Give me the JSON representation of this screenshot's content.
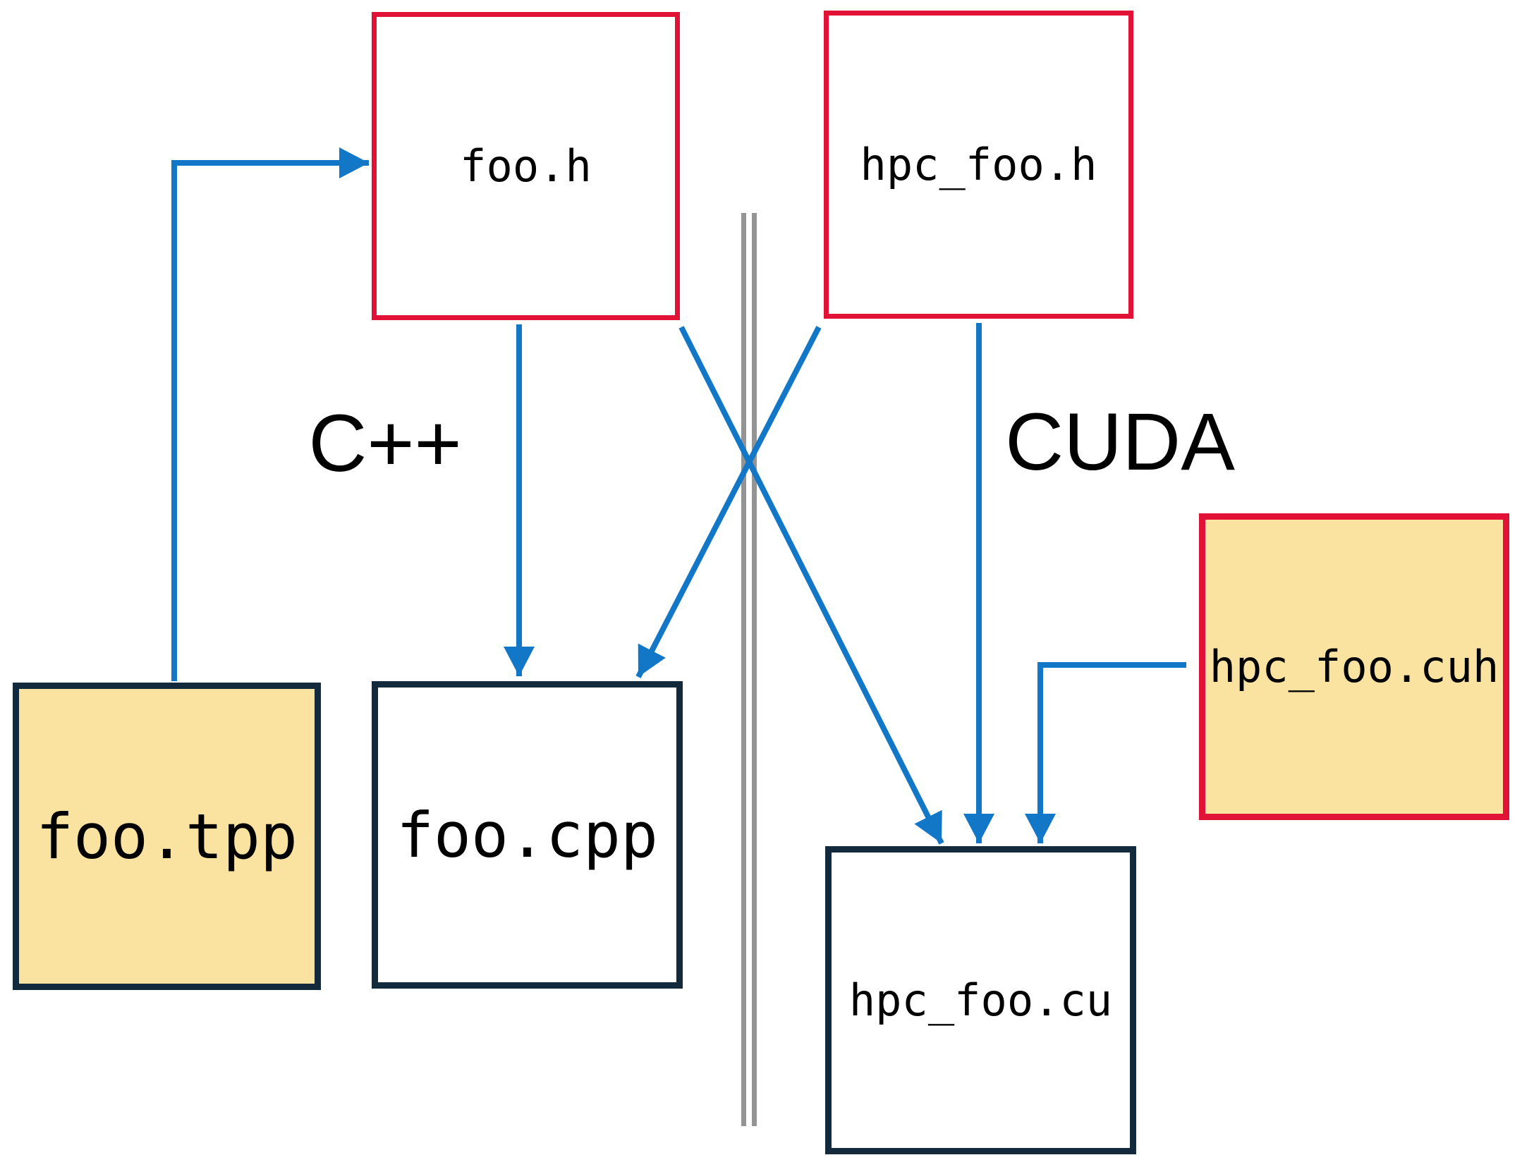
{
  "colors": {
    "background": "#FFFFFF",
    "arrow-blue": "#1177C6",
    "header-red": "#E11235",
    "impl-navy": "#122A3B",
    "template-yellow": "#FAE3A0",
    "divider-gray": "#949494",
    "text-black": "#000000"
  },
  "sections": [
    {
      "id": "cpp",
      "label": "C++"
    },
    {
      "id": "cuda",
      "label": "CUDA"
    }
  ],
  "nodes": [
    {
      "id": "foo-h",
      "label": "foo.h"
    },
    {
      "id": "hpc-foo-h",
      "label": "hpc_foo.h"
    },
    {
      "id": "foo-tpp",
      "label": "foo.tpp"
    },
    {
      "id": "foo-cpp",
      "label": "foo.cpp"
    },
    {
      "id": "hpc-foo-cuh",
      "label": "hpc_foo.cuh"
    },
    {
      "id": "hpc-foo-cu",
      "label": "hpc_foo.cu"
    }
  ],
  "edges": [
    {
      "from": "foo.tpp",
      "to": "foo.h"
    },
    {
      "from": "foo.h",
      "to": "foo.cpp"
    },
    {
      "from": "foo.h",
      "to": "hpc_foo.cu"
    },
    {
      "from": "hpc_foo.h",
      "to": "foo.cpp"
    },
    {
      "from": "hpc_foo.h",
      "to": "hpc_foo.cu"
    },
    {
      "from": "hpc_foo.cuh",
      "to": "hpc_foo.cu"
    }
  ]
}
